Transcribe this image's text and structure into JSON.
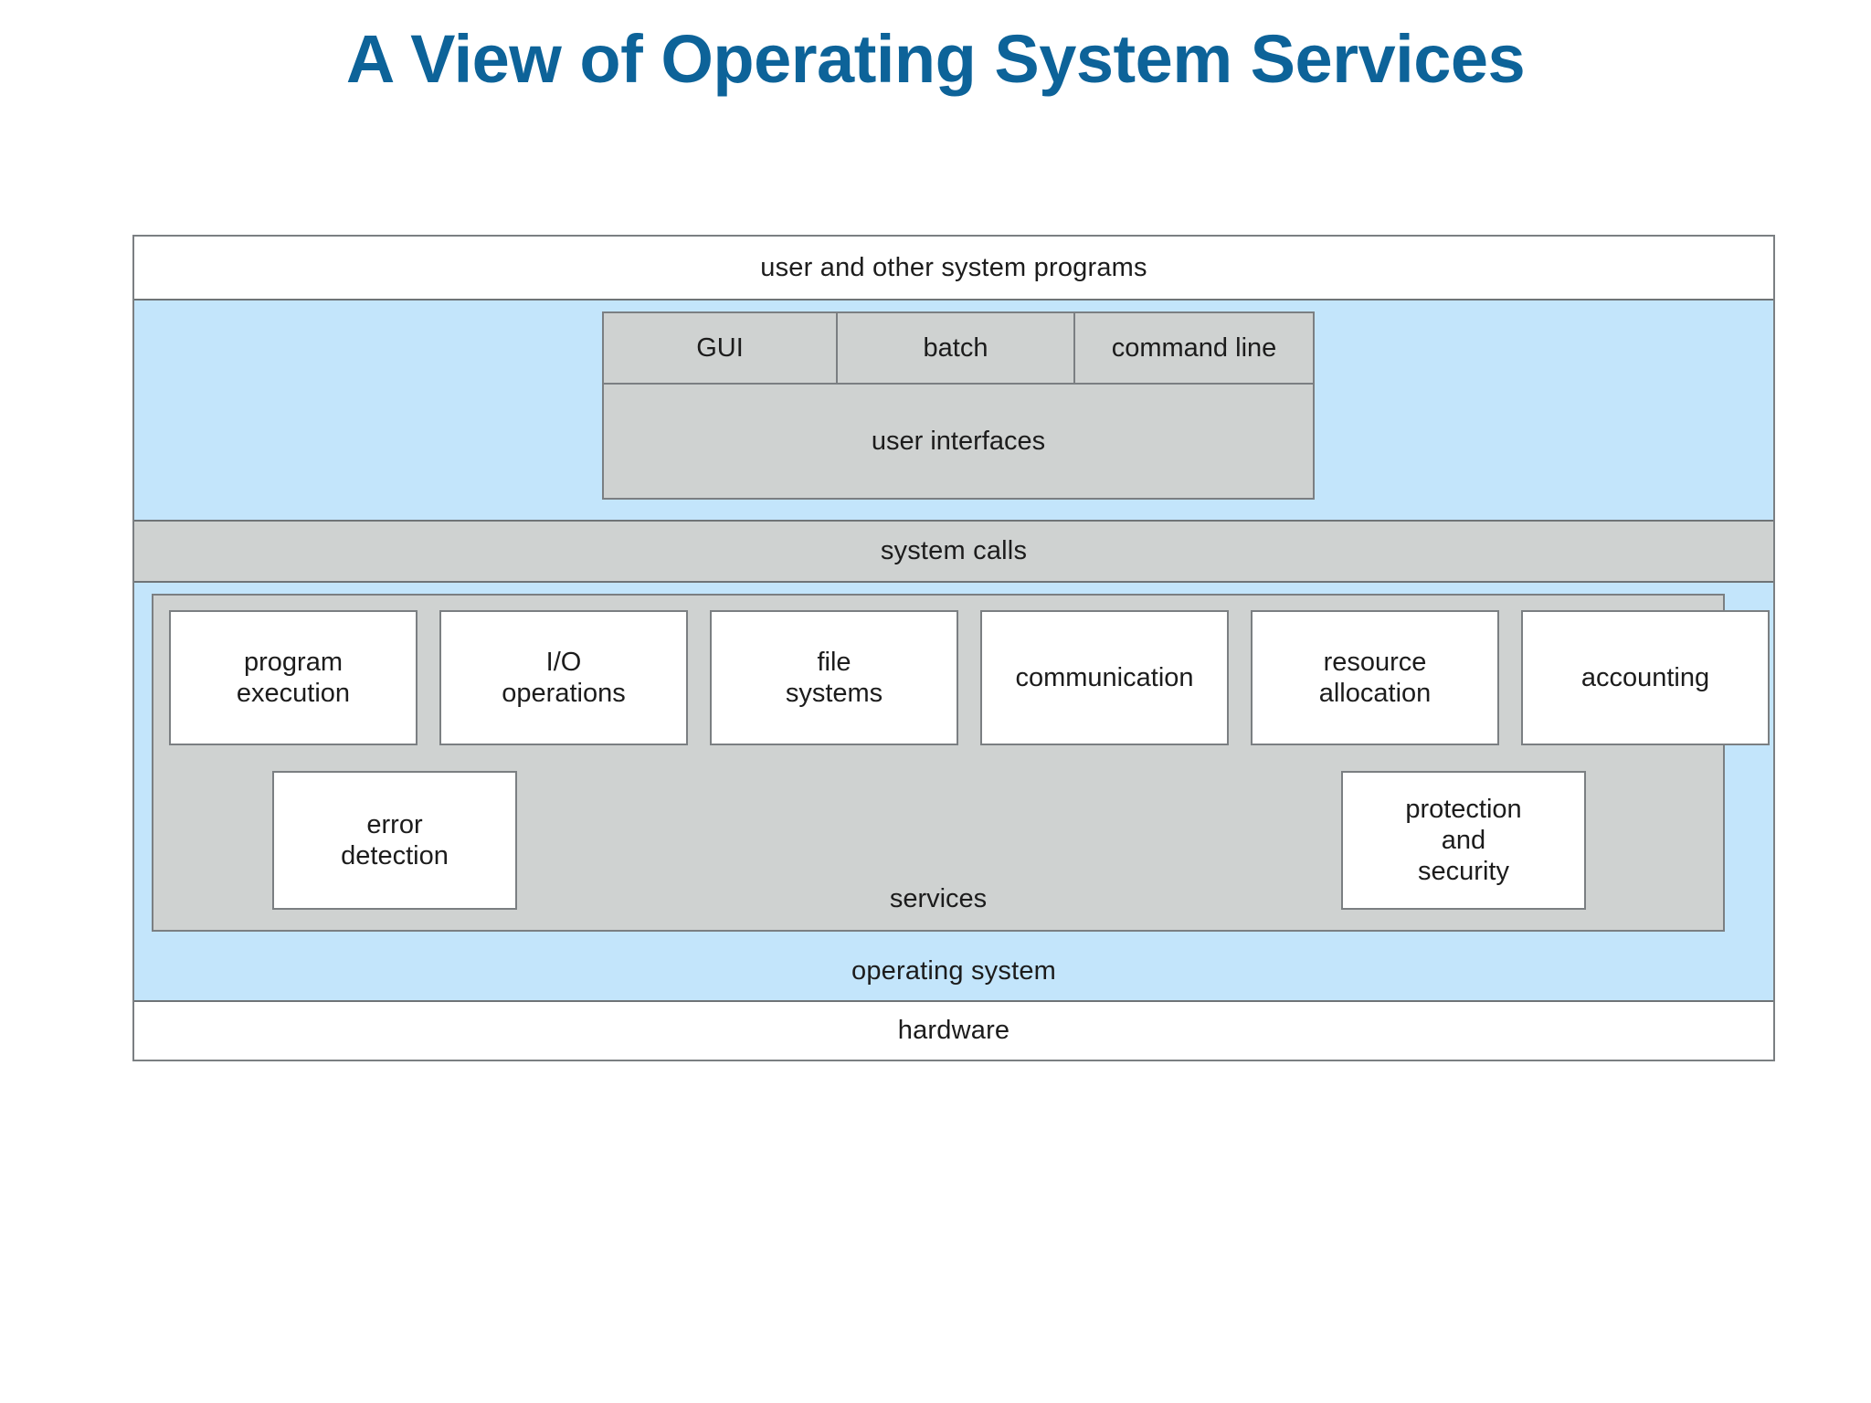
{
  "slide": {
    "title": "A View of Operating System Services",
    "title_color": "#0d6399"
  },
  "diagram": {
    "type": "layered-block-diagram",
    "colors": {
      "blue_layer": "#c3e5fb",
      "gray_layer": "#cfd2d1",
      "white_layer": "#ffffff",
      "border": "#7b7f82",
      "text": "#1c1c1c"
    },
    "layers": [
      {
        "name": "user-programs",
        "label": "user and other system programs",
        "fill": "white"
      },
      {
        "name": "user-interface-zone",
        "label": "",
        "fill": "blue"
      },
      {
        "name": "system-calls",
        "label": "system calls",
        "fill": "gray"
      },
      {
        "name": "operating-system-zone",
        "label": "operating system",
        "fill": "blue"
      },
      {
        "name": "hardware",
        "label": "hardware",
        "fill": "white"
      }
    ],
    "user_interfaces": {
      "group_label": "user interfaces",
      "modes": [
        {
          "label": "GUI"
        },
        {
          "label": "batch"
        },
        {
          "label": "command line"
        }
      ]
    },
    "services": {
      "group_label": "services",
      "top_row": [
        {
          "label": "program\nexecution",
          "line1": "program",
          "line2": "execution"
        },
        {
          "label": "I/O operations",
          "line1": "I/O",
          "line2": "operations"
        },
        {
          "label": "file systems",
          "line1": "file",
          "line2": "systems"
        },
        {
          "label": "communication",
          "line1": "communication",
          "line2": ""
        },
        {
          "label": "resource allocation",
          "line1": "resource",
          "line2": "allocation"
        },
        {
          "label": "accounting",
          "line1": "accounting",
          "line2": ""
        }
      ],
      "bottom_row": {
        "error_detection": {
          "line1": "error",
          "line2": "detection"
        },
        "protection_security": {
          "line1": "protection",
          "line2": "and",
          "line3": "security"
        }
      }
    }
  }
}
